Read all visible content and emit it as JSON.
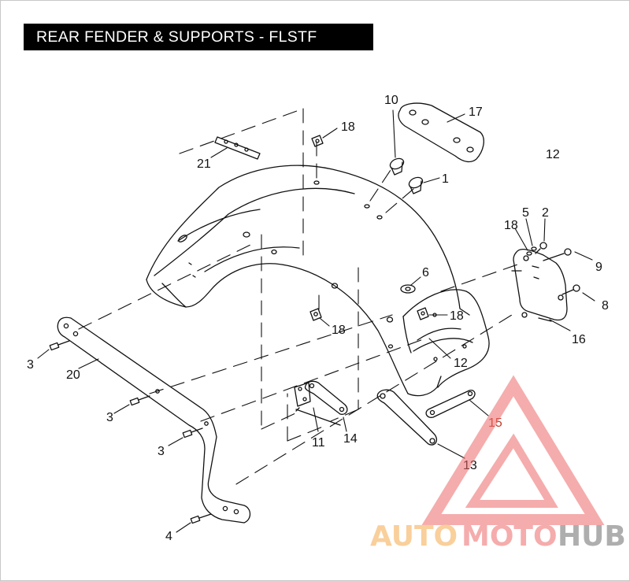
{
  "title": "REAR FENDER & SUPPORTS - FLSTF",
  "colors": {
    "line": "#111111",
    "watermark_red": "#ee7f7f",
    "watermark_orange": "#f7c07a",
    "watermark_gray": "#8a8a8a",
    "callout_15": "#c0392b"
  },
  "callouts": [
    {
      "id": "c10",
      "text": "10"
    },
    {
      "id": "c17",
      "text": "17"
    },
    {
      "id": "c18a",
      "text": "18"
    },
    {
      "id": "c21",
      "text": "21"
    },
    {
      "id": "c12a",
      "text": "12"
    },
    {
      "id": "c1",
      "text": "1"
    },
    {
      "id": "c5",
      "text": "5"
    },
    {
      "id": "c2",
      "text": "2"
    },
    {
      "id": "c18b",
      "text": "18"
    },
    {
      "id": "c9",
      "text": "9"
    },
    {
      "id": "c6",
      "text": "6"
    },
    {
      "id": "c18c",
      "text": "18"
    },
    {
      "id": "c8",
      "text": "8"
    },
    {
      "id": "c18d",
      "text": "18"
    },
    {
      "id": "c16",
      "text": "16"
    },
    {
      "id": "c3a",
      "text": "3"
    },
    {
      "id": "c20",
      "text": "20"
    },
    {
      "id": "c12b",
      "text": "12"
    },
    {
      "id": "c15",
      "text": "15"
    },
    {
      "id": "c3b",
      "text": "3"
    },
    {
      "id": "c3c",
      "text": "3"
    },
    {
      "id": "c11",
      "text": "11"
    },
    {
      "id": "c14",
      "text": "14"
    },
    {
      "id": "c13",
      "text": "13"
    },
    {
      "id": "c4",
      "text": "4"
    }
  ],
  "watermark": {
    "part1": "AUTO",
    "part2": "MOTO",
    "part3": "HUB"
  }
}
